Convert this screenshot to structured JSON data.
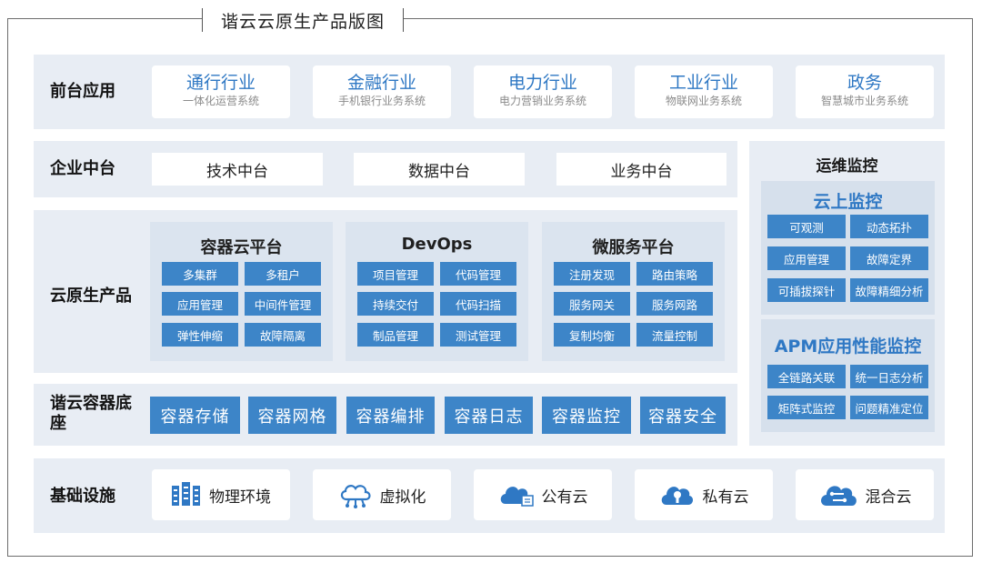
{
  "title": "谐云云原生产品版图",
  "rows": {
    "frontend": "前台应用",
    "middle": "企业中台",
    "cloud_native": "云原生产品",
    "base": "谐云容器底座",
    "infra": "基础设施"
  },
  "apps": [
    {
      "name": "通行行业",
      "sub": "一体化运营系统"
    },
    {
      "name": "金融行业",
      "sub": "手机银行业务系统"
    },
    {
      "name": "电力行业",
      "sub": "电力营销业务系统"
    },
    {
      "name": "工业行业",
      "sub": "物联网业务系统"
    },
    {
      "name": "政务",
      "sub": "智慧城市业务系统"
    }
  ],
  "middle_platforms": [
    "技术中台",
    "数据中台",
    "业务中台"
  ],
  "panels": [
    {
      "title": "容器云平台",
      "cells": [
        "多集群",
        "多租户",
        "应用管理",
        "中间件管理",
        "弹性伸缩",
        "故障隔离"
      ]
    },
    {
      "title": "DevOps",
      "cells": [
        "项目管理",
        "代码管理",
        "持续交付",
        "代码扫描",
        "制品管理",
        "测试管理"
      ]
    },
    {
      "title": "微服务平台",
      "cells": [
        "注册发现",
        "路由策略",
        "服务网关",
        "服务网路",
        "复制均衡",
        "流量控制"
      ]
    }
  ],
  "base_items": [
    "容器存储",
    "容器网格",
    "容器编排",
    "容器日志",
    "容器监控",
    "容器安全"
  ],
  "infra_items": [
    {
      "label": "物理环境",
      "icon": "server-rack-icon"
    },
    {
      "label": "虚拟化",
      "icon": "cloud-network-icon"
    },
    {
      "label": "公有云",
      "icon": "public-cloud-icon"
    },
    {
      "label": "私有云",
      "icon": "private-cloud-icon"
    },
    {
      "label": "混合云",
      "icon": "hybrid-cloud-icon"
    }
  ],
  "ops": {
    "title": "运维监控",
    "cloud_monitor": {
      "title": "云上监控",
      "cells": [
        "可观测",
        "动态拓扑",
        "应用管理",
        "故障定界",
        "可插拔探针",
        "故障精细分析"
      ]
    },
    "apm": {
      "title": "APM应用性能监控",
      "cells": [
        "全链路关联",
        "统一日志分析",
        "矩阵式监控",
        "问题精准定位"
      ]
    }
  },
  "colors": {
    "accent": "#3d85c8",
    "accent_text": "#2f78c4",
    "band": "#e8edf4",
    "panel": "#dbe4ef"
  }
}
